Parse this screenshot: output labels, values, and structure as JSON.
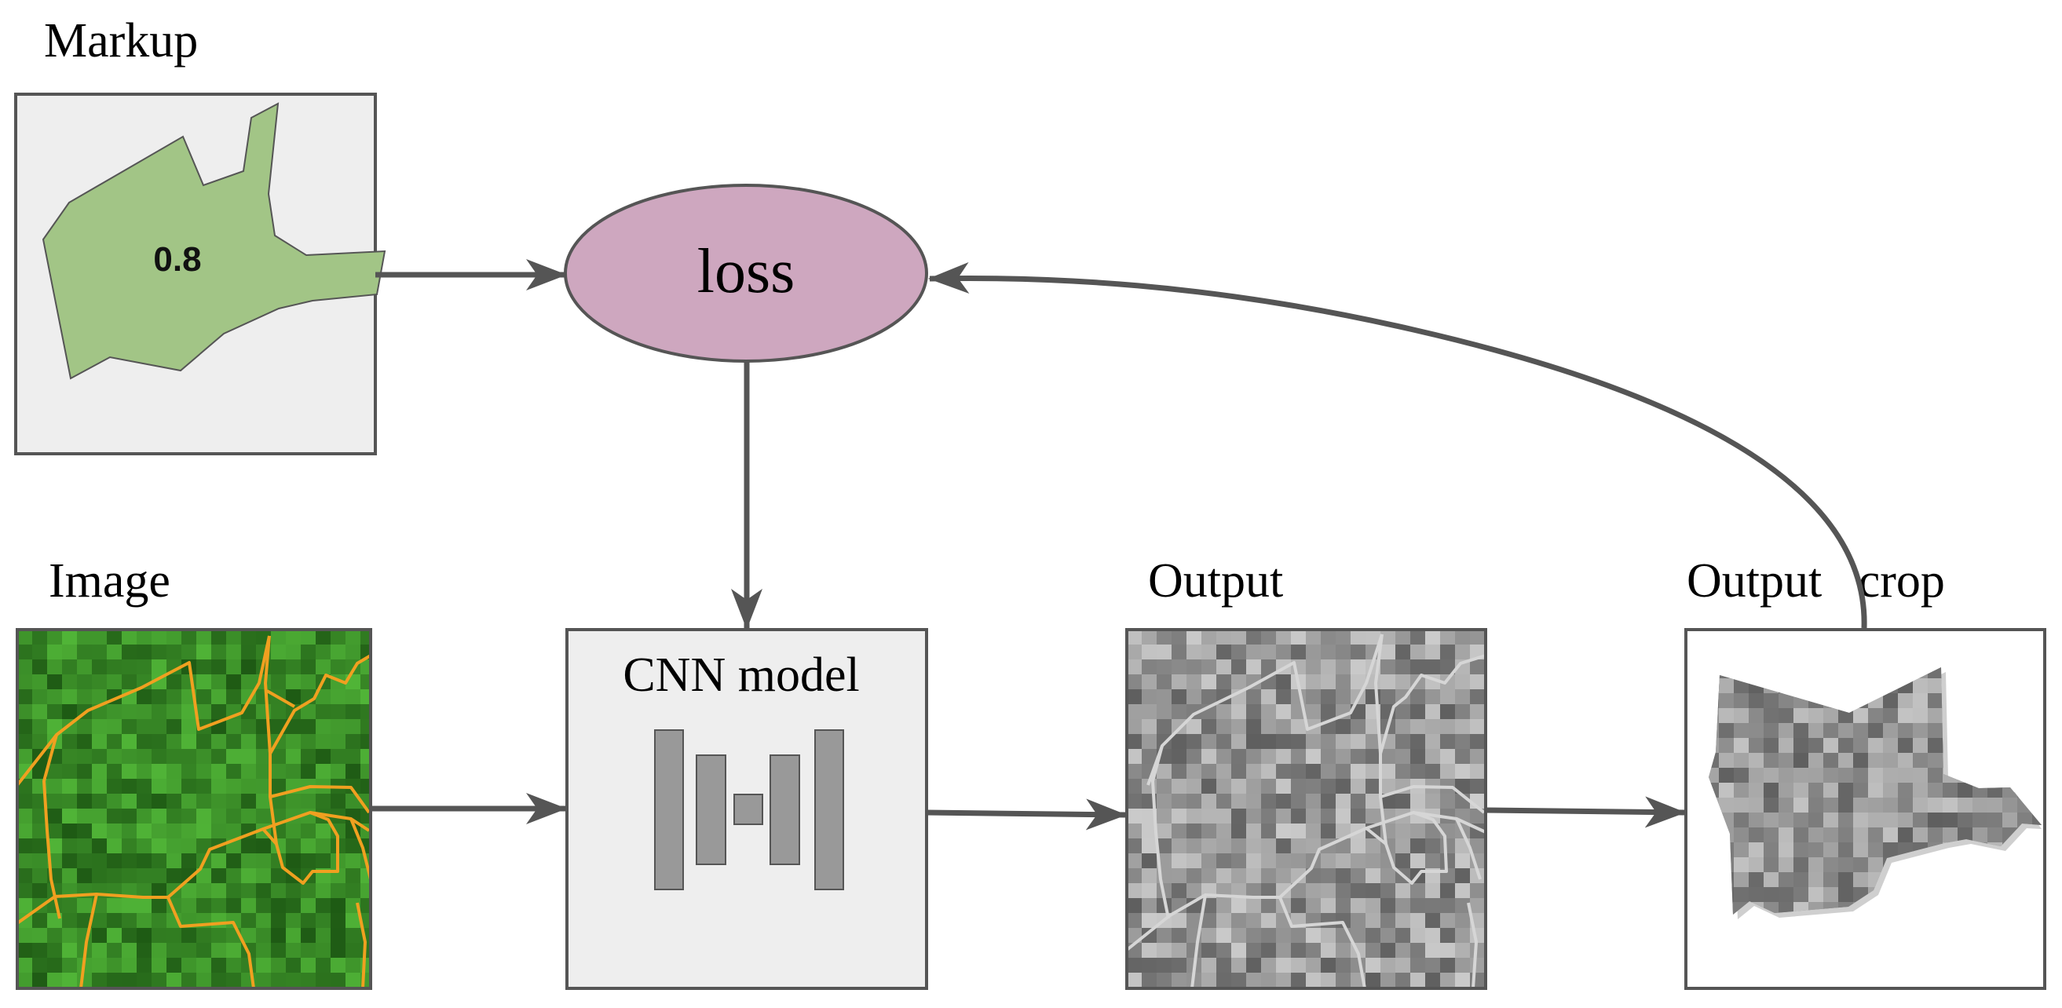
{
  "labels": {
    "markup": "Markup",
    "image": "Image",
    "loss": "loss",
    "cnn": "CNN model",
    "output": "Output",
    "output_crop": "Output   crop",
    "markup_value": "0.8"
  },
  "colors": {
    "stroke": "#555555",
    "box_fill": "#eeeeee",
    "loss_fill": "#cea7bf",
    "polygon_fill": "#a2c586",
    "boundary_orange": "#f0a020",
    "boundary_light": "#d6d6d6",
    "cnn_bar": "#999999"
  },
  "icons": {
    "cnn": "encoder-decoder-bars-icon"
  }
}
